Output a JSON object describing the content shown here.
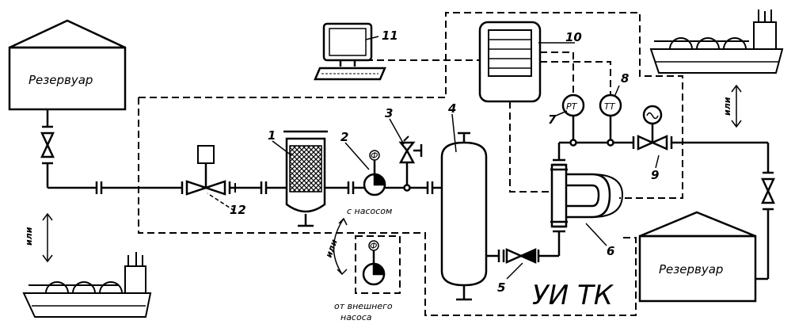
{
  "labels": {
    "tank_left": "Резервуар",
    "tank_right": "Резервуар",
    "pump_note": "с насосом",
    "external_pump_1": "от внешнего",
    "external_pump_2": "насоса",
    "unit_title": "УИ ТК",
    "or_left": "или",
    "or_right": "или",
    "or_pump": "или",
    "phi_main": "Ф",
    "phi_ext": "Ф",
    "pt": "PT",
    "tt": "TT"
  },
  "callouts": [
    "1",
    "2",
    "3",
    "4",
    "5",
    "6",
    "7",
    "8",
    "9",
    "10",
    "11",
    "12"
  ]
}
